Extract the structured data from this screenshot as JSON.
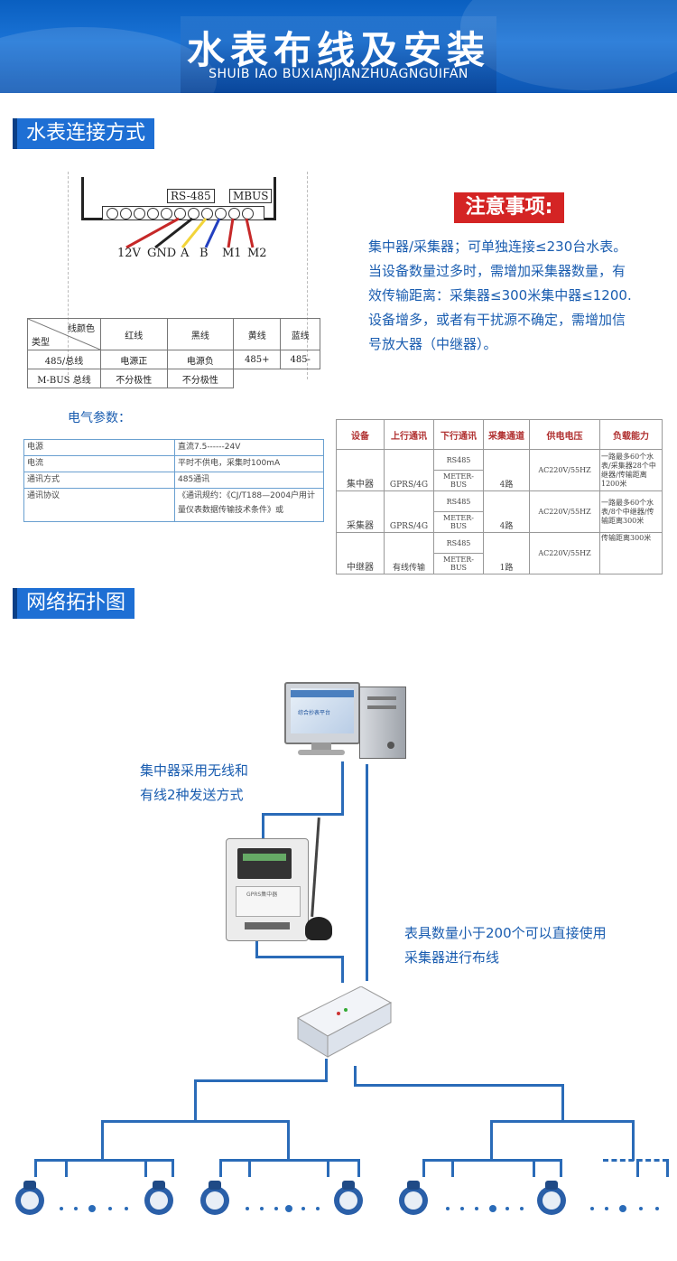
{
  "header": {
    "title": "水表布线及安装",
    "subtitle": "SHUIB IAO BUXIANJIANZHUAGNGUIFAN"
  },
  "section1": {
    "tag": "水表连接方式"
  },
  "wiring": {
    "rs485_label": "RS-485",
    "mbus_label": "MBUS",
    "terminals": [
      "12V",
      "GND",
      "A",
      "B",
      "M1",
      "M2"
    ],
    "wire_colors": [
      "#c62828",
      "#222222",
      "#f2d43a",
      "#2340c0",
      "#c62828",
      "#c62828"
    ]
  },
  "wire_table": {
    "header_top": "线颜色",
    "header_bottom": "类型",
    "columns": [
      "红线",
      "黑线",
      "黄线",
      "蓝线"
    ],
    "rows": [
      {
        "type": "485/总线",
        "cells": [
          "电源正",
          "电源负",
          "485+",
          "485-"
        ]
      },
      {
        "type": "M-BUS 总线",
        "cells": [
          "不分极性",
          "不分极性",
          "",
          ""
        ]
      }
    ]
  },
  "notes": {
    "title": "注意事项:",
    "lines": [
      "集中器/采集器；可单独连接≤230台水表。",
      "当设备数量过多时，需增加采集器数量，有",
      "效传输距离：采集器≤300米集中器≤1200.",
      "设备增多，或者有干扰源不确定，需增加信",
      "号放大器（中继器）。"
    ]
  },
  "electrical": {
    "label": "电气参数：",
    "rows": [
      [
        "电源",
        "直流7.5------24V"
      ],
      [
        "电流",
        "平时不供电，采集时100mA"
      ],
      [
        "通讯方式",
        "485通讯"
      ],
      [
        "通讯协议",
        "《通讯规约：《CJ/T188—2004户用计量仪表数据传输技术条件》或"
      ]
    ]
  },
  "device_table": {
    "headers": [
      "设备",
      "上行通讯",
      "下行通讯",
      "采集通道",
      "供电电压",
      "负载能力"
    ],
    "rows": [
      {
        "device": "集中器",
        "up": "GPRS/4G",
        "down": [
          "RS485",
          "METER-BUS"
        ],
        "channels": "4路",
        "voltage": "AC220V/55HZ",
        "load": "一路最多60个水表/采集器28个中继器/传输距离1200米"
      },
      {
        "device": "采集器",
        "up": "GPRS/4G",
        "down": [
          "RS485",
          "METER-BUS"
        ],
        "channels": "4路",
        "voltage": "AC220V/55HZ",
        "load": "一路最多60个水表/8个中继器/传输距离300米"
      },
      {
        "device": "中继器",
        "up": "有线传输",
        "down": [
          "RS485",
          "METER-BUS"
        ],
        "channels": "1路",
        "voltage": "AC220V/55HZ",
        "load": "传输距离300米"
      }
    ]
  },
  "section2": {
    "tag": "网络拓扑图"
  },
  "topology": {
    "screen_text": "综合抄表平台",
    "concentrator_note": [
      "集中器采用无线和",
      "有线2种发送方式"
    ],
    "collector_note": [
      "表具数量小于200个可以直接使用",
      "采集器进行布线"
    ],
    "meter_panel_text": "GPRS集中器",
    "colors": {
      "line": "#2a6bb8",
      "meter_blue": "#2a5fa8"
    }
  }
}
